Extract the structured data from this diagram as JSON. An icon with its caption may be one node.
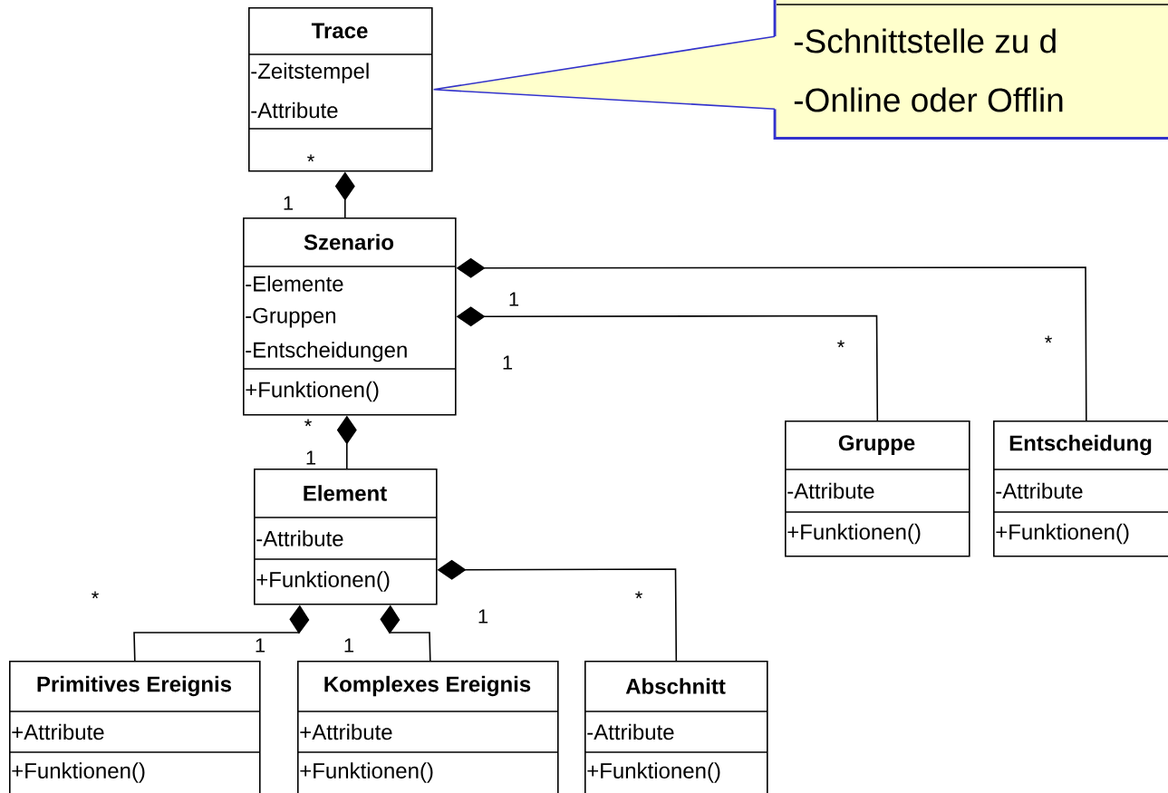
{
  "diagram": {
    "nodes": [
      {
        "text": [
          "Trace",
          "-Zeitstempel",
          "-Attribute"
        ]
      },
      {
        "text": [
          "-Schnittstelle zu d",
          "-Online oder Offlin"
        ]
      },
      {
        "text": [
          "Szenario",
          "-Elemente",
          "-Gruppen",
          "-Entscheidungen",
          "+Funktionen()"
        ]
      },
      {
        "text": [
          "Gruppe",
          "-Attribute",
          "+Funktionen()"
        ]
      },
      {
        "text": [
          "Entscheidung",
          "-Attribute",
          "+Funktionen()"
        ]
      },
      {
        "text": [
          "Element",
          "-Attribute",
          "+Funktionen()"
        ]
      },
      {
        "text": [
          "Primitives Ereignis",
          "+Attribute",
          "+Funktionen()"
        ]
      },
      {
        "text": [
          "Komplexes Ereignis",
          "+Attribute",
          "+Funktionen()"
        ]
      },
      {
        "text": [
          "Abschnitt",
          "-Attribute",
          "+Funktionen()"
        ]
      }
    ],
    "edges": [
      {
        "from": 1,
        "to": 0,
        "arrow": "none",
        "color": "#3333cc"
      },
      {
        "from": 2,
        "to": 0,
        "arrow": "other"
      },
      {
        "from": 4,
        "to": 2,
        "arrow": "other"
      },
      {
        "from": 3,
        "to": 2,
        "arrow": "other"
      },
      {
        "from": 5,
        "to": 2,
        "arrow": "other"
      },
      {
        "from": 6,
        "to": 5,
        "arrow": "other"
      },
      {
        "from": 7,
        "to": 5,
        "arrow": "other"
      },
      {
        "from": 8,
        "to": 5,
        "arrow": "other"
      }
    ],
    "labels": [
      "*",
      "1",
      "1",
      "1",
      "*",
      "*",
      "*",
      "1",
      "*",
      "1",
      "*",
      "1",
      "1"
    ]
  }
}
